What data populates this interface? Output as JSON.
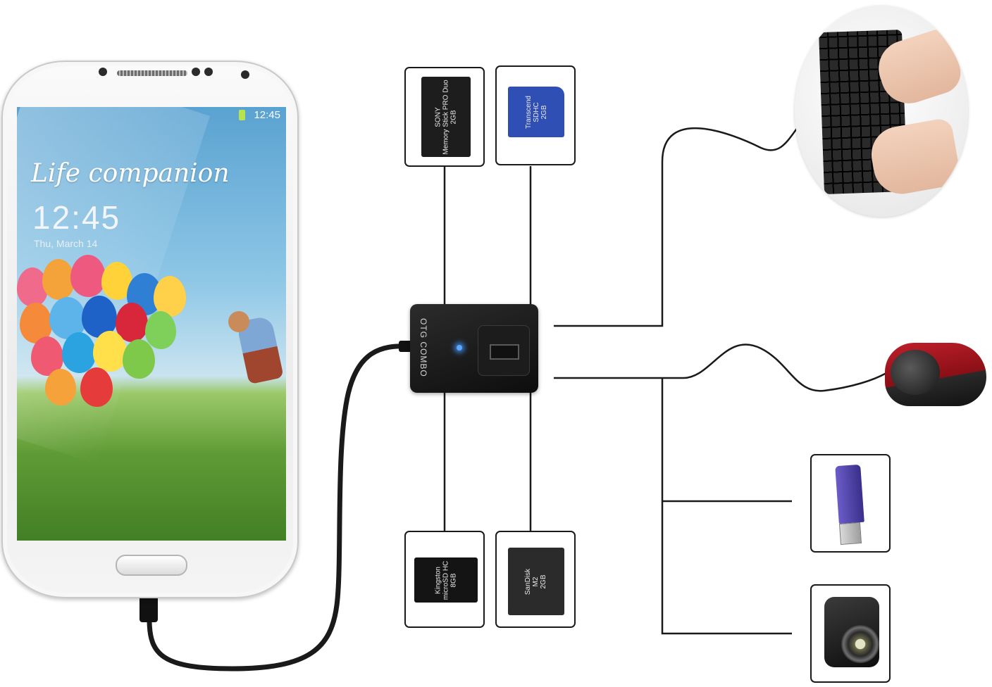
{
  "phone": {
    "status_time": "12:45",
    "tagline": "Life companion",
    "clock": "12:45",
    "date": "Thu, March 14"
  },
  "hub": {
    "label": "OTG COMBO",
    "led_color": "#5aa9ff"
  },
  "cards": {
    "memory_stick_pro_duo": {
      "brand": "SONY",
      "name": "Memory Stick PRO Duo",
      "capacity": "2GB",
      "color": "#1d1d1d"
    },
    "sd_card": {
      "brand": "Transcend",
      "name": "SDHC",
      "capacity": "2GB",
      "color": "#2f4fb5"
    },
    "micro_sd": {
      "brand": "Kingston",
      "name": "microSD HC",
      "capacity": "8GB",
      "color": "#141414"
    },
    "memory_stick_micro": {
      "brand": "SanDisk",
      "name": "M2",
      "capacity": "2GB",
      "color": "#2b2b2b"
    }
  },
  "devices": {
    "keyboard": "keyboard",
    "mouse": "mouse",
    "usb_flash_drive": "usb-flash-drive",
    "camera": "camera"
  },
  "colors": {
    "wire": "#1a1a1a",
    "box_border": "#1a1a1a",
    "mouse_accent": "#c0202a",
    "usb_accent": "#5b4fc0"
  }
}
